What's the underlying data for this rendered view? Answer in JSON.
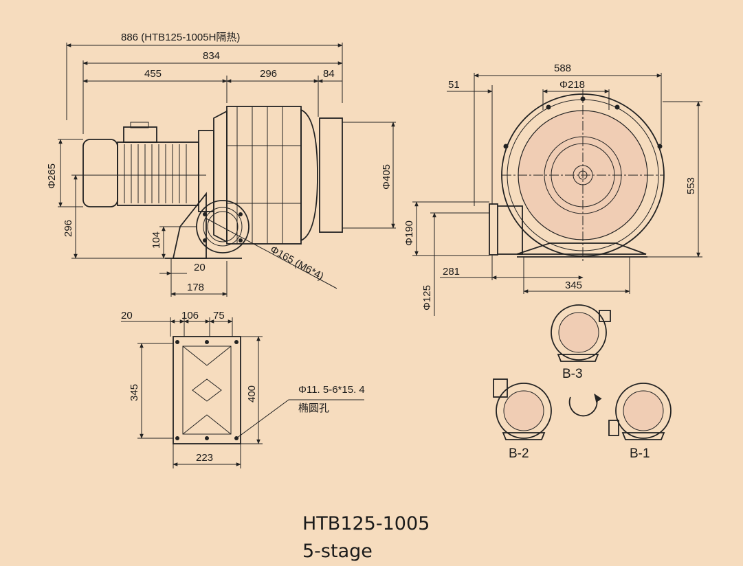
{
  "model": "HTB125-1005",
  "stages": "5-stage",
  "side_view": {
    "overall_length": "886 (HTB125-1005H隔热)",
    "length": "834",
    "motor_length": "455",
    "blower_length": "296",
    "outlet_length": "84",
    "motor_diameter": "Φ265",
    "shaft_height": "296",
    "inlet_height": "104",
    "base_offset": "20",
    "base_to_inlet": "178",
    "blower_diameter": "Φ405",
    "inlet_flange": "Φ165 (M6*4)"
  },
  "end_view": {
    "width": "588",
    "pitch_diameter": "Φ218",
    "flange_offset": "51",
    "height": "553",
    "flange_diameter": "Φ190",
    "port_diameter": "Φ125",
    "port_to_base": "281",
    "base_width": "345"
  },
  "base_view": {
    "edge": "20",
    "slot_pitch_a": "106",
    "slot_pitch_b": "75",
    "base_length": "345",
    "overall_length": "400",
    "base_width": "223",
    "holes": "Φ11. 5-6*15. 4",
    "hole_type": "椭圆孔"
  },
  "orientations": [
    "B-3",
    "B-2",
    "B-1"
  ]
}
